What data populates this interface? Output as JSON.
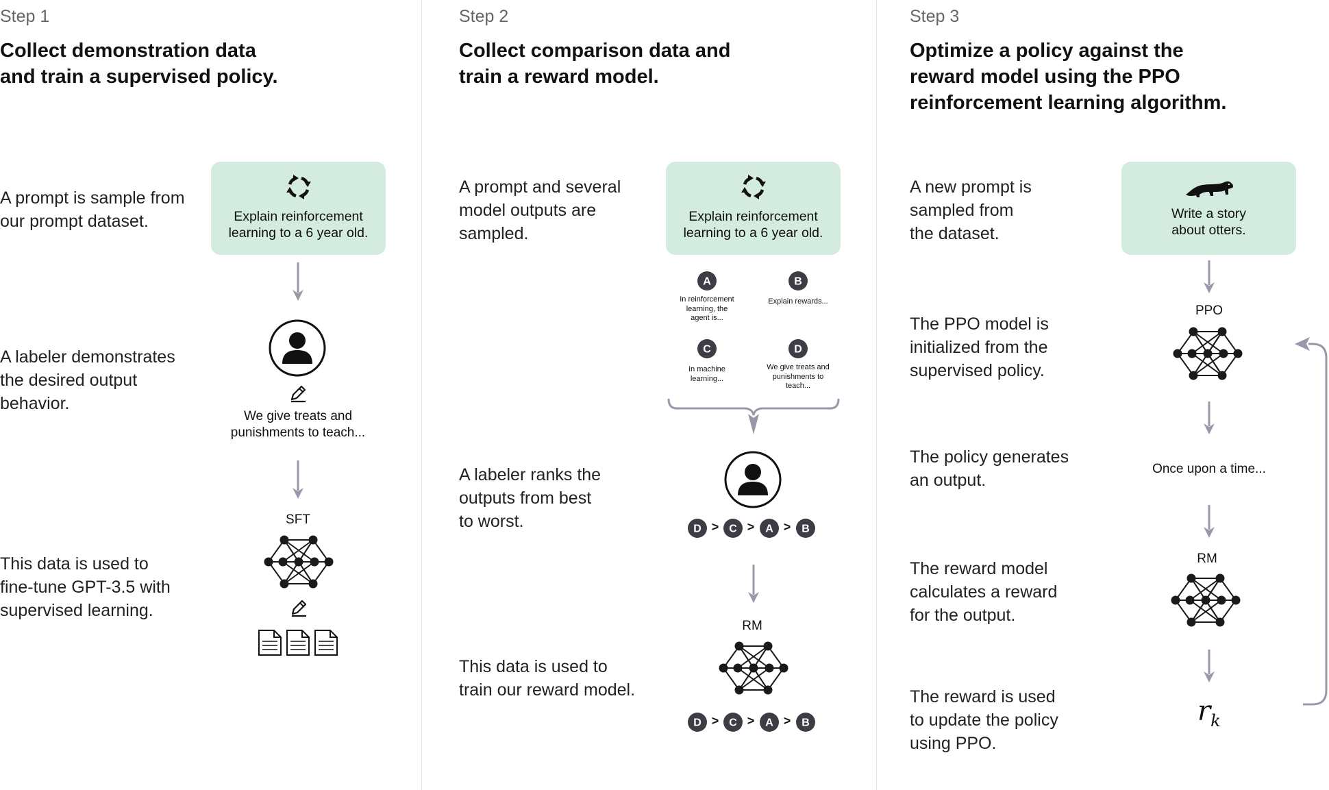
{
  "colors": {
    "prompt_bg": "#d4ece0",
    "arrow": "#9898aa",
    "node": "#1a1a1a",
    "circle_badge": "#3d3d45"
  },
  "step1": {
    "label": "Step 1",
    "title_line1": "Collect demonstration data",
    "title_line2": "and train a supervised policy.",
    "desc1_l1": "A prompt is sample from",
    "desc1_l2": "our prompt dataset.",
    "desc2_l1": "A labeler demonstrates",
    "desc2_l2": "the desired output",
    "desc2_l3": "behavior.",
    "desc3_l1": "This data is used to",
    "desc3_l2": "fine-tune GPT-3.5 with",
    "desc3_l3": "supervised learning.",
    "prompt_l1": "Explain reinforcement",
    "prompt_l2": "learning to a 6 year old.",
    "demo_l1": "We give treats and",
    "demo_l2": "punishments to teach...",
    "model_label": "SFT"
  },
  "step2": {
    "label": "Step 2",
    "title_line1": "Collect comparison data and",
    "title_line2": "train a reward model.",
    "desc1_l1": "A prompt and several",
    "desc1_l2": "model outputs are",
    "desc1_l3": "sampled.",
    "desc2_l1": "A labeler ranks the",
    "desc2_l2": "outputs from best",
    "desc2_l3": "to worst.",
    "desc3_l1": "This data is used to",
    "desc3_l2": "train our reward model.",
    "prompt_l1": "Explain reinforcement",
    "prompt_l2": "learning to a 6 year old.",
    "outputs": [
      {
        "letter": "A",
        "l1": "In reinforcement",
        "l2": "learning, the",
        "l3": "agent is..."
      },
      {
        "letter": "B",
        "l1": "Explain rewards...",
        "l2": "",
        "l3": ""
      },
      {
        "letter": "C",
        "l1": "In machine",
        "l2": "learning...",
        "l3": ""
      },
      {
        "letter": "D",
        "l1": "We give treats and",
        "l2": "punishments to",
        "l3": "teach..."
      }
    ],
    "ranking": [
      "D",
      "C",
      "A",
      "B"
    ],
    "gt": ">",
    "model_label": "RM"
  },
  "step3": {
    "label": "Step 3",
    "title_line1": "Optimize a policy against the",
    "title_line2": "reward model using the PPO",
    "title_line3": "reinforcement learning algorithm.",
    "desc1_l1": "A new prompt is",
    "desc1_l2": "sampled from",
    "desc1_l3": "the dataset.",
    "desc2_l1": "The PPO model is",
    "desc2_l2": "initialized from the",
    "desc2_l3": "supervised policy.",
    "desc3_l1": "The policy generates",
    "desc3_l2": "an output.",
    "desc4_l1": "The reward model",
    "desc4_l2": "calculates a reward",
    "desc4_l3": "for the output.",
    "desc5_l1": "The reward is used",
    "desc5_l2": "to update the policy",
    "desc5_l3": "using PPO.",
    "prompt_l1": "Write a story",
    "prompt_l2": "about otters.",
    "policy_label": "PPO",
    "output_text": "Once upon a time...",
    "rm_label": "RM",
    "reward_symbol": "r",
    "reward_sub": "k"
  }
}
